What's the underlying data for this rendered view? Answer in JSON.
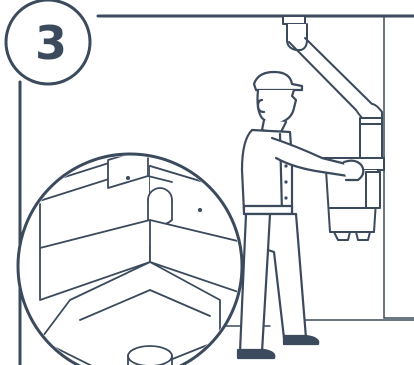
{
  "step": {
    "number": "3"
  },
  "colors": {
    "stroke": "#3b4a5c",
    "fill": "#ffffff"
  },
  "icons": [
    "step-badge",
    "worker-figure",
    "bin-closeup-inset",
    "duct-pipe",
    "hopper-unit"
  ]
}
